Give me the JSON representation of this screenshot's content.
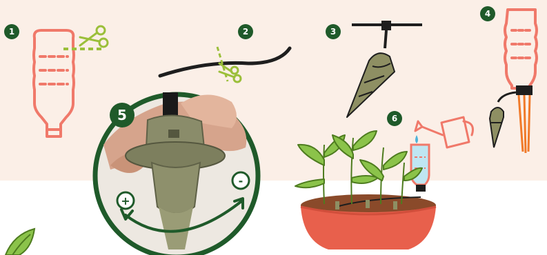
{
  "steps": [
    {
      "label": "1"
    },
    {
      "label": "2"
    },
    {
      "label": "3"
    },
    {
      "label": "4"
    },
    {
      "label": "5"
    },
    {
      "label": "6"
    }
  ],
  "dial_symbols": {
    "plus": "+",
    "minus": "-"
  },
  "colors": {
    "background_band": "#fbefe7",
    "bottle_outline": "#f0796a",
    "badge": "#1f5a2a",
    "dashed_cut_line": "#9bbf3a",
    "pot": "#e8604c",
    "soil": "#8a4a2a",
    "leaf_stroke": "#4e7c1f",
    "spike_fill": "#8e8f63",
    "water": "#bfe6f2"
  },
  "icons": [
    "bottle-icon",
    "scissors-icon",
    "tubing-icon",
    "drip-spike-icon",
    "inverted-bottle-icon",
    "watering-can-icon",
    "planter-icon",
    "plant-icon",
    "leaf-icon"
  ]
}
